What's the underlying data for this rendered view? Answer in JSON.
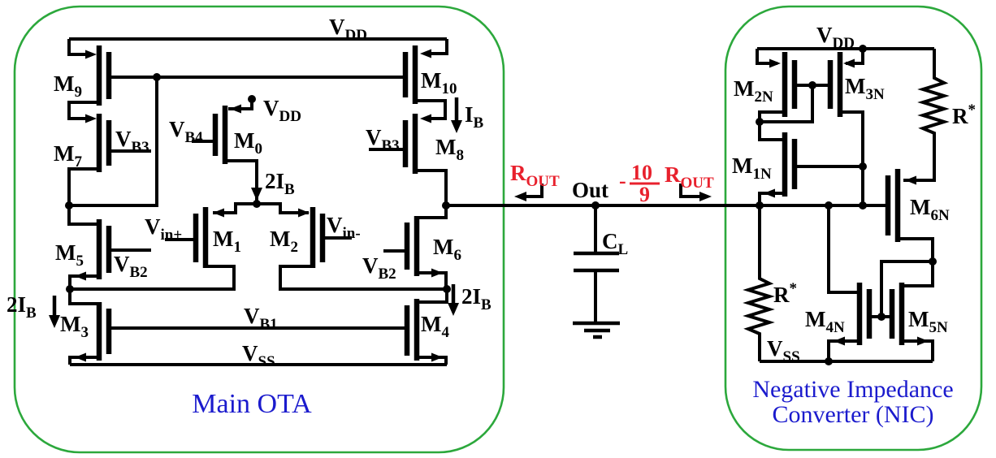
{
  "colors": {
    "background": "#ffffff",
    "wire": "#000000",
    "box_green": "#2CA83C",
    "title_blue": "#1B1BCD",
    "annotation_red": "#E8212D"
  },
  "main_ota": {
    "title": "Main OTA",
    "labels": {
      "vdd": {
        "m": "V",
        "s": "DD"
      },
      "m9": {
        "m": "M",
        "s": "9"
      },
      "m7": {
        "m": "M",
        "s": "7"
      },
      "vb3_m7": {
        "m": "V",
        "s": "B3"
      },
      "vb4": {
        "m": "V",
        "s": "B4"
      },
      "m0": {
        "m": "M",
        "s": "0"
      },
      "vdd_m0": {
        "m": "V",
        "s": "DD"
      },
      "i2b_m0": {
        "m": "2I",
        "s": "B"
      },
      "vin_plus": {
        "m": "V",
        "s": "in+"
      },
      "m1": {
        "m": "M",
        "s": "1"
      },
      "m2": {
        "m": "M",
        "s": "2"
      },
      "vin_minus": {
        "m": "V",
        "s": "in-"
      },
      "m5": {
        "m": "M",
        "s": "5"
      },
      "vb2_m5": {
        "m": "V",
        "s": "B2"
      },
      "i2b_left": {
        "m": "2I",
        "s": "B"
      },
      "m3": {
        "m": "M",
        "s": "3"
      },
      "vb1": {
        "m": "V",
        "s": "B1"
      },
      "vss": {
        "m": "V",
        "s": "SS"
      },
      "m10": {
        "m": "M",
        "s": "10"
      },
      "ib": {
        "m": "I",
        "s": "B"
      },
      "vb3_m8": {
        "m": "V",
        "s": "B3"
      },
      "m8": {
        "m": "M",
        "s": "8"
      },
      "m6": {
        "m": "M",
        "s": "6"
      },
      "vb2_m6": {
        "m": "V",
        "s": "B2"
      },
      "i2b_right": {
        "m": "2I",
        "s": "B"
      },
      "m4": {
        "m": "M",
        "s": "4"
      }
    }
  },
  "output_stage": {
    "out": "Out",
    "cl": {
      "m": "C",
      "s": "L"
    },
    "rout_left": {
      "m": "R",
      "s": "OUT"
    },
    "gain_fraction": {
      "minus": "-",
      "num": "10",
      "den": "9"
    },
    "rout_right": {
      "m": "R",
      "s": "OUT"
    }
  },
  "nic": {
    "title_line1": "Negative Impedance",
    "title_line2": "Converter (NIC)",
    "labels": {
      "vdd": {
        "m": "V",
        "s": "DD"
      },
      "m2n": {
        "m": "M",
        "s": "2N"
      },
      "m3n": {
        "m": "M",
        "s": "3N"
      },
      "r_top": {
        "m": "R",
        "sup": "*"
      },
      "m1n": {
        "m": "M",
        "s": "1N"
      },
      "m6n": {
        "m": "M",
        "s": "6N"
      },
      "r_bottom": {
        "m": "R",
        "sup": "*"
      },
      "m4n": {
        "m": "M",
        "s": "4N"
      },
      "m5n": {
        "m": "M",
        "s": "5N"
      },
      "vss": {
        "m": "V",
        "s": "SS"
      }
    }
  }
}
